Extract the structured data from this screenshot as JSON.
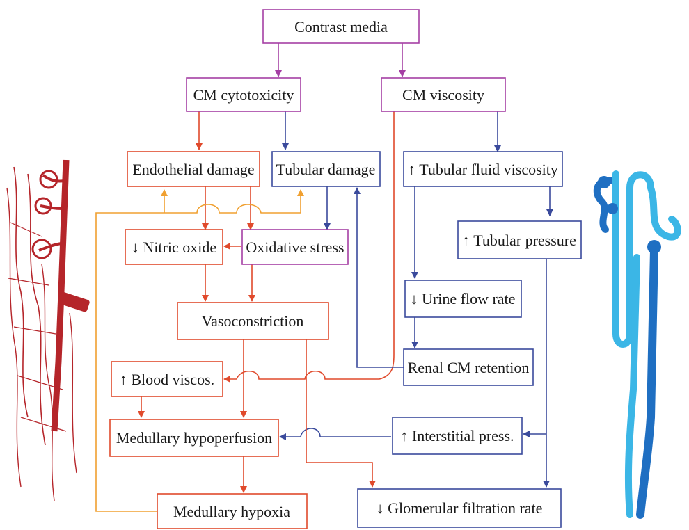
{
  "nodes": {
    "contrast_media": "Contrast media",
    "cm_cytotoxicity": "CM cytotoxicity",
    "cm_viscosity": "CM viscosity",
    "endothelial_damage": "Endothelial damage",
    "tubular_damage": "Tubular damage",
    "tubular_fluid_viscosity": "↑ Tubular fluid viscosity",
    "tubular_pressure": "↑ Tubular pressure",
    "nitric_oxide": "↓ Nitric oxide",
    "oxidative_stress": "Oxidative stress",
    "vasoconstriction": "Vasoconstriction",
    "urine_flow_rate": "↓ Urine flow rate",
    "renal_cm_retention": "Renal CM retention",
    "blood_viscos": "↑ Blood viscos.",
    "medullary_hypoperfusion": "Medullary hypoperfusion",
    "interstitial_press": "↑ Interstitial press.",
    "medullary_hypoxia": "Medullary hypoxia",
    "glomerular_filtration_rate": "↓ Glomerular filtration rate"
  },
  "colors": {
    "purple": "#a53fa4",
    "red": "#e04a2c",
    "blue": "#3a4a9c",
    "orange": "#f0a030",
    "vessel_red": "#b5252a",
    "nephron_light": "#3bb6e6",
    "nephron_dark": "#1f6fc2"
  },
  "illustrations": {
    "left": "renal-vasculature-illustration",
    "right": "nephron-illustration"
  }
}
